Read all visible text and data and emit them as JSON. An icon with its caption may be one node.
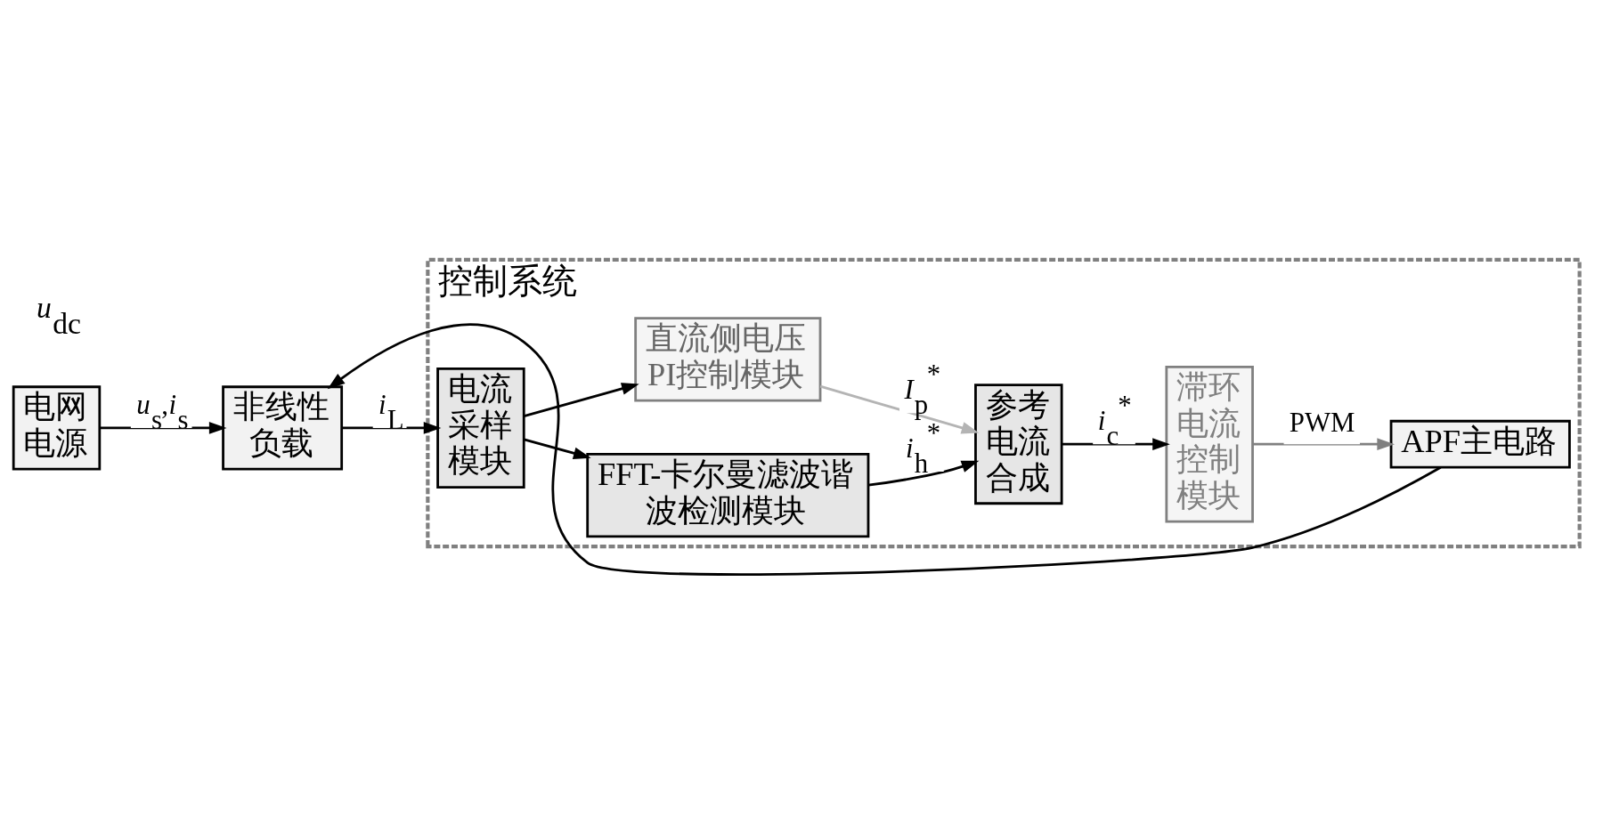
{
  "diagram": {
    "nodes": [
      {
        "text": [
          "控制系统"
        ]
      },
      {
        "text": [
          "电网电源"
        ]
      },
      {
        "text": [
          "非线性负载"
        ]
      },
      {
        "text": [
          "电流采样模块"
        ],
        "in": 0
      },
      {
        "text": [
          "FFT-卡尔曼滤波谐波检测模块"
        ],
        "in": 0
      },
      {
        "text": [
          "直流侧电压PI控制模块"
        ],
        "in": 0
      },
      {
        "text": [
          "参考电流合成"
        ],
        "in": 0
      },
      {
        "text": [
          "滞环电流控制模块"
        ],
        "in": 0
      },
      {
        "text": [
          "APF主电路"
        ],
        "in": 0
      }
    ],
    "edges": [
      {
        "from": 1,
        "to": 2,
        "arrow": "to",
        "label": "*u*$_{s}$,*i*$_{s}$"
      },
      {
        "from": 2,
        "to": 3,
        "arrow": "to",
        "label": "*i*$_{L}$"
      },
      {
        "from": 3,
        "to": 4,
        "arrow": "to"
      },
      {
        "from": 3,
        "to": 5,
        "arrow": "to"
      },
      {
        "from": 4,
        "to": 6,
        "arrow": "to",
        "label": "*i*$_{h}$$^{*}$"
      },
      {
        "from": 5,
        "to": 6,
        "arrow": "to",
        "label": "*I*$_{p}$$^{*}$",
        "color": "#b4b4b4"
      },
      {
        "from": 6,
        "to": 7,
        "arrow": "to",
        "label": "*i*$_{c}$$^{*}$"
      },
      {
        "from": 7,
        "to": 8,
        "arrow": "to",
        "label": "PWM",
        "color": "#808080"
      },
      {
        "from": 8,
        "to": 2,
        "arrow": "to"
      }
    ],
    "labels": [
      "*u*$_{dc}$"
    ]
  }
}
